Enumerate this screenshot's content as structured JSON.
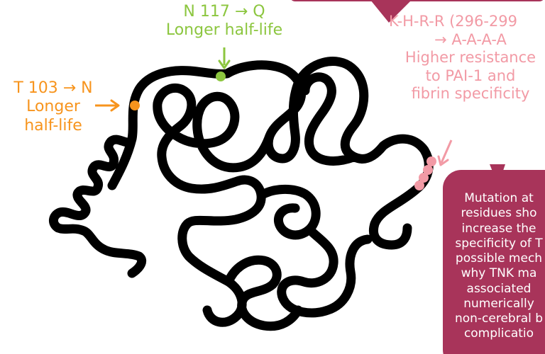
{
  "colors": {
    "strand": "#000000",
    "t103": "#f7941d",
    "n117": "#8cc63f",
    "khrr": "#f29aa5",
    "callout_box": "#a8345a"
  },
  "annotations": {
    "t103": {
      "line1": "T 103 → N",
      "line2": "Longer",
      "line3": "half-life"
    },
    "n117": {
      "line1": "N 117 → Q",
      "line2": "Longer half-life"
    },
    "khrr": {
      "line1": "K-H-R-R (296-299",
      "line2": "→ A-A-A-A",
      "line3": "Higher resistance",
      "line4": "to PAI-1 and",
      "line5": "fibrin specificity"
    }
  },
  "callout": {
    "lines": [
      "Mutation at",
      "residues sho",
      "increase the",
      "specificity of T",
      "possible mech",
      "why TNK ma",
      "associated",
      "numerically",
      "non-cerebral b",
      "complicatio"
    ]
  }
}
